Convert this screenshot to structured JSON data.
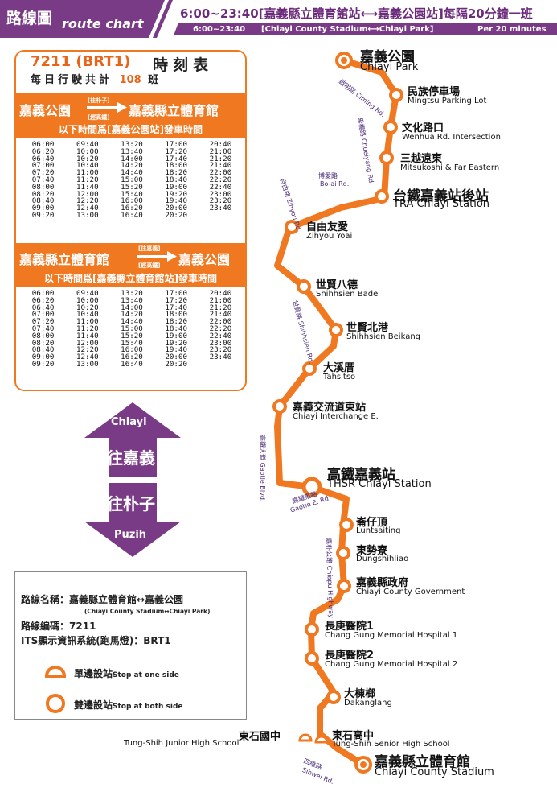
{
  "header": {
    "title_zh": "路線圖",
    "title_en": "route chart",
    "main": "6:00~23:40[嘉義縣立體育館站⟷嘉義公園站]每隔20分鐘一班",
    "sub_time": "6:00~23:40",
    "sub_route": "[Chiayi County Stadium⟷Chiayi Park]",
    "sub_freq": "Per 20 minutes"
  },
  "timetable": {
    "route_code": "7211 (BRT1)",
    "title": "時刻表",
    "daily_prefix": "每日行駛共計",
    "daily_count": "108",
    "daily_suffix": "班",
    "dir1": {
      "from": "嘉義公園",
      "via1": "[往朴子]",
      "via2": "[經高鐵]",
      "to": "嘉義縣立體育館",
      "note": "以下時間爲[嘉義公園站]發車時間",
      "times": [
        "06:00",
        "09:40",
        "13:20",
        "17:00",
        "20:40",
        "06:20",
        "10:00",
        "13:40",
        "17:20",
        "21:00",
        "06:40",
        "10:20",
        "14:00",
        "17:40",
        "21:20",
        "07:00",
        "10:40",
        "14:20",
        "18:00",
        "21:40",
        "07:20",
        "11:00",
        "14:40",
        "18:20",
        "22:00",
        "07:40",
        "11:20",
        "15:00",
        "18:40",
        "22:20",
        "08:00",
        "11:40",
        "15:20",
        "19:00",
        "22:40",
        "08:20",
        "12:00",
        "15:40",
        "19:20",
        "23:00",
        "08:40",
        "12:20",
        "16:00",
        "19:40",
        "23:20",
        "09:00",
        "12:40",
        "16:20",
        "20:00",
        "23:40",
        "09:20",
        "13:00",
        "16:40",
        "20:20",
        ""
      ]
    },
    "dir2": {
      "from": "嘉義縣立體育館",
      "via1": "[往嘉義]",
      "via2": "[經高鐵]",
      "to": "嘉義公園",
      "note": "以下時間爲[嘉義縣立體育館站]發車時間",
      "times": [
        "06:00",
        "09:40",
        "13:20",
        "17:00",
        "20:40",
        "06:20",
        "10:00",
        "13:40",
        "17:20",
        "21:00",
        "06:40",
        "10:20",
        "14:00",
        "17:40",
        "21:20",
        "07:00",
        "10:40",
        "14:20",
        "18:00",
        "21:40",
        "07:20",
        "11:00",
        "14:40",
        "18:20",
        "22:00",
        "07:40",
        "11:20",
        "15:00",
        "18:40",
        "22:20",
        "08:00",
        "11:40",
        "15:20",
        "19:00",
        "22:40",
        "08:20",
        "12:00",
        "15:40",
        "19:20",
        "23:00",
        "08:40",
        "12:20",
        "16:00",
        "19:40",
        "23:20",
        "09:00",
        "12:40",
        "16:20",
        "20:00",
        "23:40",
        "09:20",
        "13:00",
        "16:40",
        "20:20",
        ""
      ]
    }
  },
  "arrows": {
    "up_en": "Chiayi",
    "up_zh": "往嘉義",
    "down_zh": "往朴子",
    "down_en": "Puzih"
  },
  "info": {
    "name_label": "路線名稱：嘉義縣立體育館↔嘉義公園",
    "name_en": "(Chiayi County Stadium↔Chiayi Park)",
    "code_label": "路線編碼：",
    "code_value": "7211",
    "its_label": "ITS顯示資訊系統(跑馬燈)：",
    "its_value": "BRT1",
    "legend_one_zh": "單邊設站",
    "legend_one_en": "Stop at one side",
    "legend_both_zh": "雙邊設站",
    "legend_both_en": "Stop at both side"
  },
  "stops": [
    {
      "zh": "嘉義公園",
      "en": "Chiayi Park"
    },
    {
      "zh": "民族停車場",
      "en": "Mingtsu Parking Lot"
    },
    {
      "zh": "文化路口",
      "en": "Wenhua Rd. Intersection"
    },
    {
      "zh": "三越遠東",
      "en": "Mitsukoshi & Far Eastern"
    },
    {
      "zh": "台鐵嘉義站後站",
      "en": "TRA Chiayi Station"
    },
    {
      "zh": "自由友愛",
      "en": "Zihyou Yoai"
    },
    {
      "zh": "世賢八德",
      "en": "Shihhsien Bade"
    },
    {
      "zh": "世賢北港",
      "en": "Shihhsien Beikang"
    },
    {
      "zh": "大溪厝",
      "en": "Tahsitso"
    },
    {
      "zh": "嘉義交流道東站",
      "en": "Chiayi Interchange E."
    },
    {
      "zh": "高鐵嘉義站",
      "en": "THSR Chiayi Station"
    },
    {
      "zh": "崙仔頂",
      "en": "Luntsaiting"
    },
    {
      "zh": "東勢寮",
      "en": "Dungshihliao"
    },
    {
      "zh": "嘉義縣政府",
      "en": "Chiayi County Government"
    },
    {
      "zh": "長庚醫院1",
      "en": "Chang Gung Memorial Hospital 1"
    },
    {
      "zh": "長庚醫院2",
      "en": "Chang Gung Memorial Hospital 2"
    },
    {
      "zh": "大棟榔",
      "en": "Dakanglang"
    },
    {
      "zh": "東石國中",
      "en": "Tung-Shih Junior  High School"
    },
    {
      "zh": "東石高中",
      "en": "Tung-Shih Senior High School"
    },
    {
      "zh": "嘉義縣立體育館",
      "en": "Chiayi County Stadium"
    }
  ],
  "roads": [
    {
      "zh": "啟明路",
      "en": "Ciming Rd."
    },
    {
      "zh": "垂楊路",
      "en": "Chueiyang Rd."
    },
    {
      "zh": "博愛路",
      "en": "Bo-ai Rd."
    },
    {
      "zh": "自由路",
      "en": "Zihyou Rd."
    },
    {
      "zh": "世賢路",
      "en": "Shihhsien Rd."
    },
    {
      "zh": "高鐵大道",
      "en": "Gaotie Blvd."
    },
    {
      "zh": "高鐵東路",
      "en": "Gaotie E. Rd."
    },
    {
      "zh": "嘉朴公路",
      "en": "Chiapu Highway"
    },
    {
      "zh": "四維路",
      "en": "Sihwei Rd."
    }
  ],
  "colors": {
    "purple": "#7a3b86",
    "orange": "#f07820",
    "stop_fill": "#ffffff"
  }
}
